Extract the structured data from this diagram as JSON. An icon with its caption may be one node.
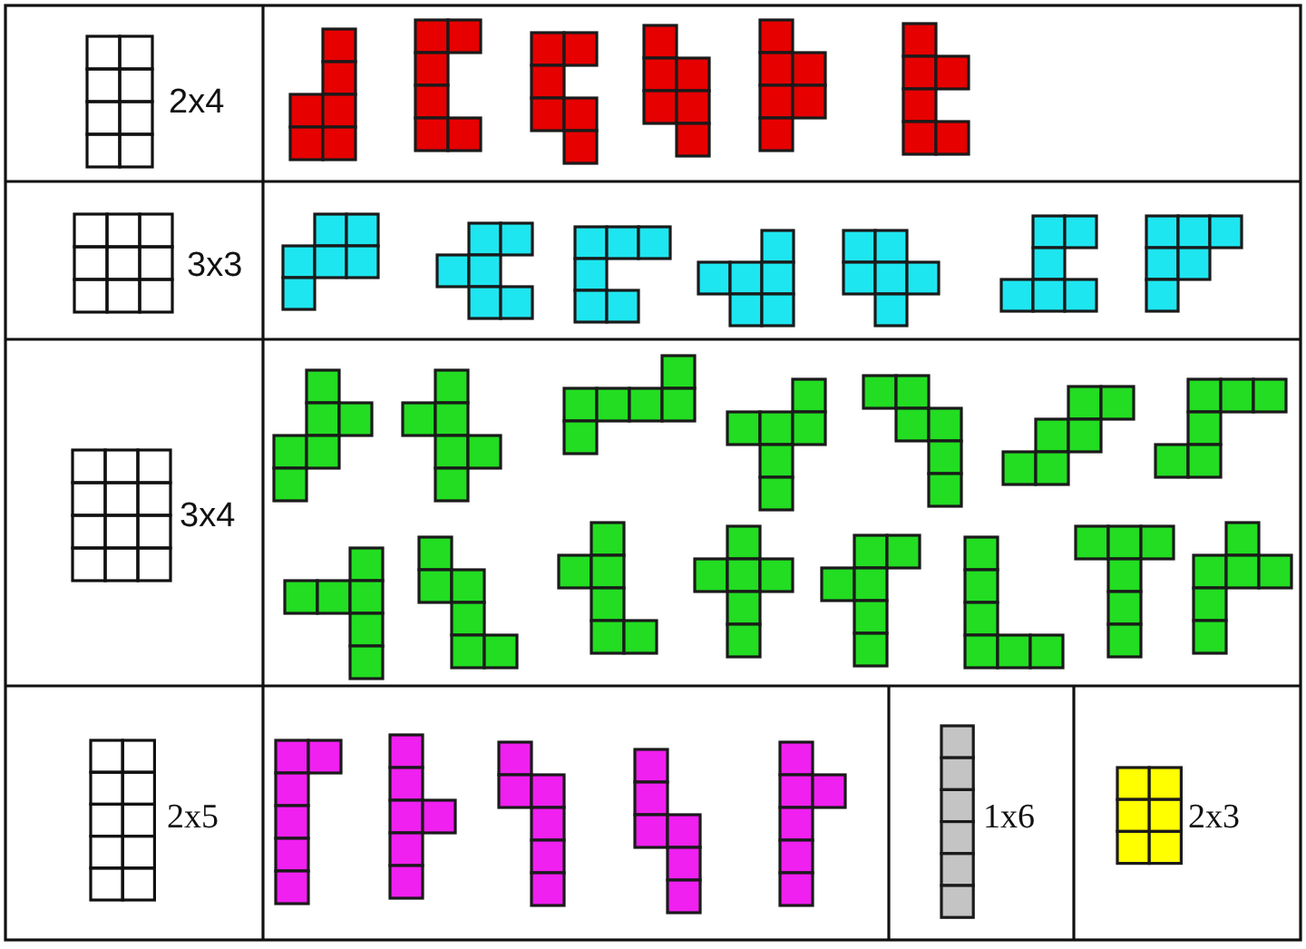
{
  "diagram": {
    "labels": [
      "2x4",
      "3x3",
      "3x4",
      "2x5",
      "1x6",
      "2x3"
    ]
  }
}
